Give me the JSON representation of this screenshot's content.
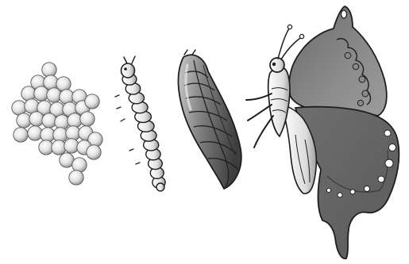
{
  "figure": {
    "stages": [
      {
        "name": "eggs",
        "egg_count": 37
      },
      {
        "name": "larva",
        "segments": 12
      },
      {
        "name": "pupa"
      },
      {
        "name": "adult-butterfly"
      }
    ],
    "colors": {
      "egg_fill_light": "#f2f2f2",
      "egg_fill_dark": "#9a9a9a",
      "larva_fill": "#e6e6e6",
      "pupa_light": "#a8a8a8",
      "pupa_dark": "#4a4a4a",
      "wing_fill": "#7a7a7a",
      "wing_dark": "#555555",
      "outline": "#1e1e1e",
      "spot": "#ffffff"
    }
  }
}
